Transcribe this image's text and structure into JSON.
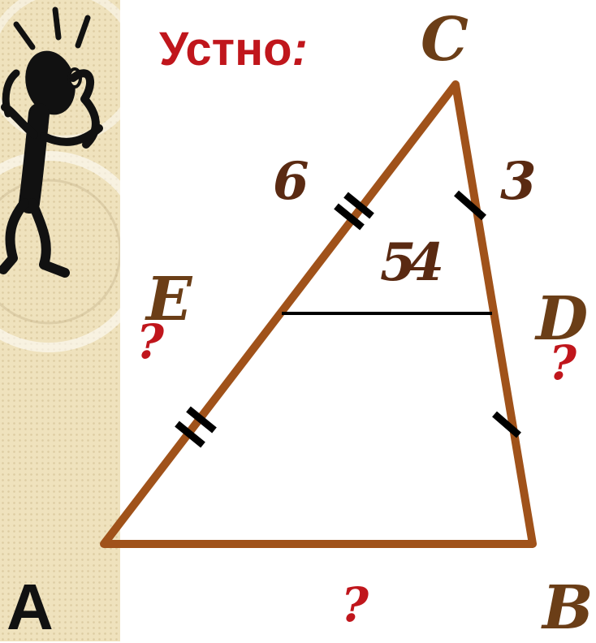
{
  "heading": {
    "text": "Устно",
    "colon": ":"
  },
  "vertices": {
    "C": "C",
    "E": "E",
    "D": "D",
    "B": "B"
  },
  "corner_label": "А",
  "side_values": {
    "CE": "6",
    "CD": "3",
    "ED": "54"
  },
  "unknowns": {
    "AE": "?",
    "DB": "?",
    "AB": "?"
  },
  "icons": {
    "figure": "worried-stick-figure-icon"
  },
  "colors": {
    "heading": "#c0161c",
    "triangle_stroke": "#a0521a",
    "midline": "#000000",
    "question": "#c0161c",
    "vertex_label": "#6b3e17"
  }
}
